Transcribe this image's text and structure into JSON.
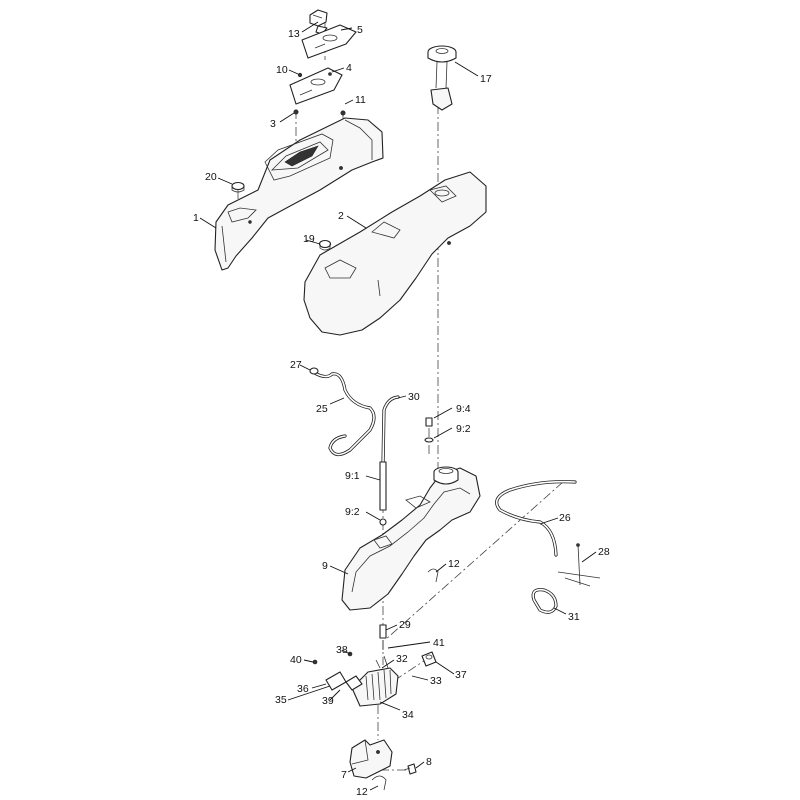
{
  "callouts": [
    {
      "id": "13",
      "label": "13"
    },
    {
      "id": "5",
      "label": "5"
    },
    {
      "id": "10",
      "label": "10"
    },
    {
      "id": "4",
      "label": "4"
    },
    {
      "id": "17",
      "label": "17"
    },
    {
      "id": "11",
      "label": "11"
    },
    {
      "id": "3",
      "label": "3"
    },
    {
      "id": "20",
      "label": "20"
    },
    {
      "id": "1",
      "label": "1"
    },
    {
      "id": "2",
      "label": "2"
    },
    {
      "id": "19",
      "label": "19"
    },
    {
      "id": "27",
      "label": "27"
    },
    {
      "id": "25",
      "label": "25"
    },
    {
      "id": "30",
      "label": "30"
    },
    {
      "id": "9-4",
      "label": "9:4"
    },
    {
      "id": "9-2-top",
      "label": "9:2"
    },
    {
      "id": "9-1",
      "label": "9:1"
    },
    {
      "id": "9-2-bottom",
      "label": "9:2"
    },
    {
      "id": "26",
      "label": "26"
    },
    {
      "id": "28",
      "label": "28"
    },
    {
      "id": "9",
      "label": "9"
    },
    {
      "id": "12-mid",
      "label": "12"
    },
    {
      "id": "31",
      "label": "31"
    },
    {
      "id": "29",
      "label": "29"
    },
    {
      "id": "41",
      "label": "41"
    },
    {
      "id": "38",
      "label": "38"
    },
    {
      "id": "40",
      "label": "40"
    },
    {
      "id": "32",
      "label": "32"
    },
    {
      "id": "37",
      "label": "37"
    },
    {
      "id": "33",
      "label": "33"
    },
    {
      "id": "36",
      "label": "36"
    },
    {
      "id": "35",
      "label": "35"
    },
    {
      "id": "39",
      "label": "39"
    },
    {
      "id": "34",
      "label": "34"
    },
    {
      "id": "8",
      "label": "8"
    },
    {
      "id": "7",
      "label": "7"
    },
    {
      "id": "12-bottom",
      "label": "12"
    }
  ]
}
